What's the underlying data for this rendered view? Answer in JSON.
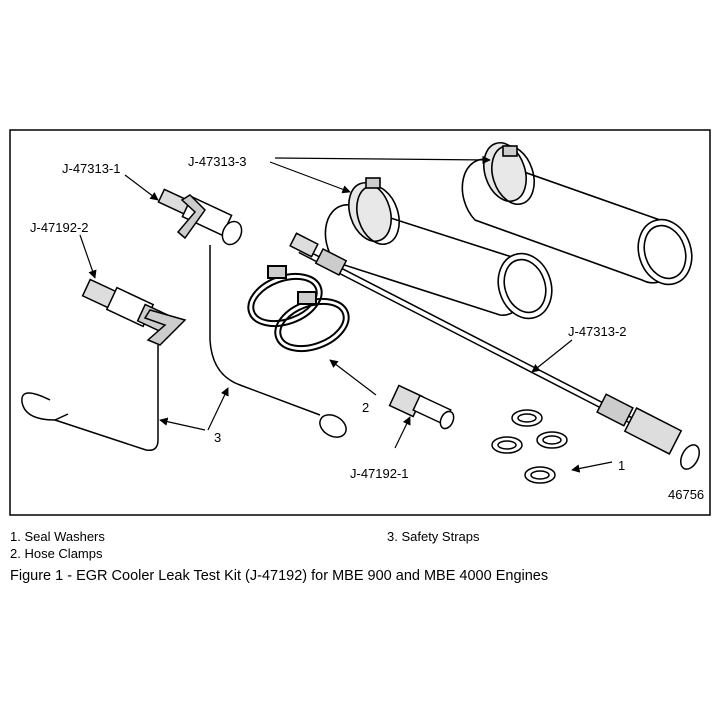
{
  "callouts": {
    "part_j47313_1": "J-47313-1",
    "part_j47313_3": "J-47313-3",
    "part_j47192_2": "J-47192-2",
    "part_j47313_2": "J-47313-2",
    "part_j47192_1": "J-47192-1",
    "num_1": "1",
    "num_2": "2",
    "num_3": "3",
    "figure_id": "46756"
  },
  "legend": {
    "item1": "1. Seal Washers",
    "item2": "2. Hose Clamps",
    "item3": "3. Safety Straps"
  },
  "caption": "Figure 1 - EGR Cooler Leak Test Kit (J-47192) for MBE 900 and MBE 4000 Engines"
}
